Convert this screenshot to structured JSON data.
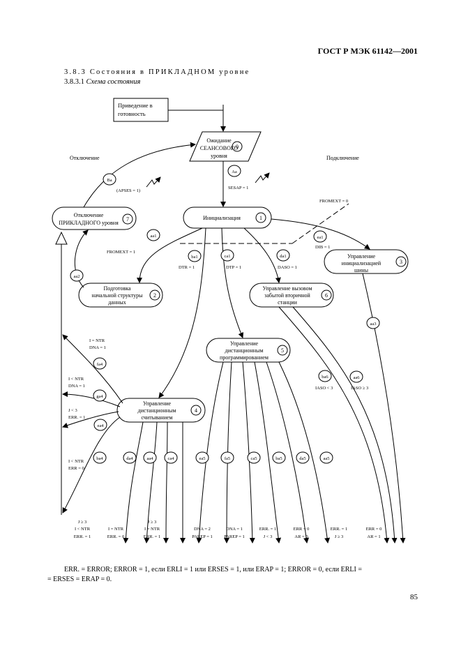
{
  "header": {
    "standard": "ГОСТ Р МЭК 61142—2001"
  },
  "section": {
    "title": "3.8.3 Состояния в ПРИКЛАДНОМ уровне",
    "subtitle_num": "3.8.3.1",
    "subtitle": "Схема состояния"
  },
  "states": [
    {
      "id": "0",
      "label": [
        "Ожидание",
        "СЕАНСОВОГО",
        "уровня"
      ]
    },
    {
      "id": "1",
      "label": [
        "Инициализация"
      ]
    },
    {
      "id": "2",
      "label": [
        "Подготовка",
        "начальной структуры",
        "данных"
      ]
    },
    {
      "id": "3",
      "label": [
        "Управление",
        "инициализацией",
        "шины"
      ]
    },
    {
      "id": "4",
      "label": [
        "Управление",
        "дистанционным",
        "считыванием"
      ]
    },
    {
      "id": "5",
      "label": [
        "Управление",
        "дистанционным",
        "программированием"
      ]
    },
    {
      "id": "6",
      "label": [
        "Управление вызовом",
        "забытой вторичной",
        "станции"
      ]
    },
    {
      "id": "7",
      "label": [
        "Отключение",
        "ПРИКЛАДНОГО уровня"
      ]
    }
  ],
  "start_box": [
    "Приведение в",
    "готовность"
  ],
  "side_labels": {
    "disconnect": "Отключение",
    "connect": "Подключение"
  },
  "transitions": {
    "Ba": "Ba",
    "Aa": "Aa",
    "aa1": "aa1",
    "aa2": "aa2",
    "ba1": "ba1",
    "ca1": "ca1",
    "da1": "da1",
    "ea1": "ea1",
    "aa3": "aa3",
    "ba6": "ba6",
    "aa6": "aa6",
    "fa4": "fa4",
    "ga4": "ga4",
    "ea4": "ea4",
    "ba4": "ba4",
    "da4": "da4",
    "aa4": "aa4",
    "ca4": "ca4",
    "ea5": "ea5",
    "fa5": "fa5",
    "ca5": "ca5",
    "ba5": "ba5",
    "da5": "da5",
    "aa5": "aa5"
  },
  "conditions": {
    "apses": "(APSES = 1)",
    "sesap": "SESAP = 1",
    "fromext0": "FROMEXT = 0",
    "fromext1": "FROMEXT = 1",
    "dib": "DIB = 1",
    "dtr": "DTR = 1",
    "dtp": "DTP = 1",
    "daso": "DASO = 1",
    "iaso_lt": "IASO < 3",
    "iaso_ge": "IASO ≥ 3",
    "fa4": [
      "I = NTR",
      "DNA = 1"
    ],
    "ga4": [
      "I < NTR",
      "DNA = 1"
    ],
    "ea4": [
      "J < 3",
      "ERR. = 1"
    ],
    "ba4": [
      "I < NTR",
      "ERR = 0"
    ]
  },
  "bottom_conditions": [
    [
      "J ≥ 3",
      "I < NTR",
      "ERR. = 1"
    ],
    [
      "I = NTR",
      "ERR. = 0"
    ],
    [
      "J ≥ 3",
      "I = NTR",
      "ERR. = 1"
    ],
    [
      "DNA = 2",
      "PAREP = 1"
    ],
    [
      "DNA = 1",
      "PAREP = 1"
    ],
    [
      "ERR. = 1",
      "J < 3"
    ],
    [
      "ERR = 0",
      "AR = 0"
    ],
    [
      "ERR. = 1",
      "J ≥ 3"
    ],
    [
      "ERR = 0",
      "AR = 1"
    ]
  ],
  "footnote": [
    "ERR. = ERROR; ERROR = 1, если ERLI = 1 или ERSES = 1, или ERAP = 1; ERROR = 0, если ERLI =",
    "= ERSES = ERAP = 0."
  ],
  "page_number": "85"
}
